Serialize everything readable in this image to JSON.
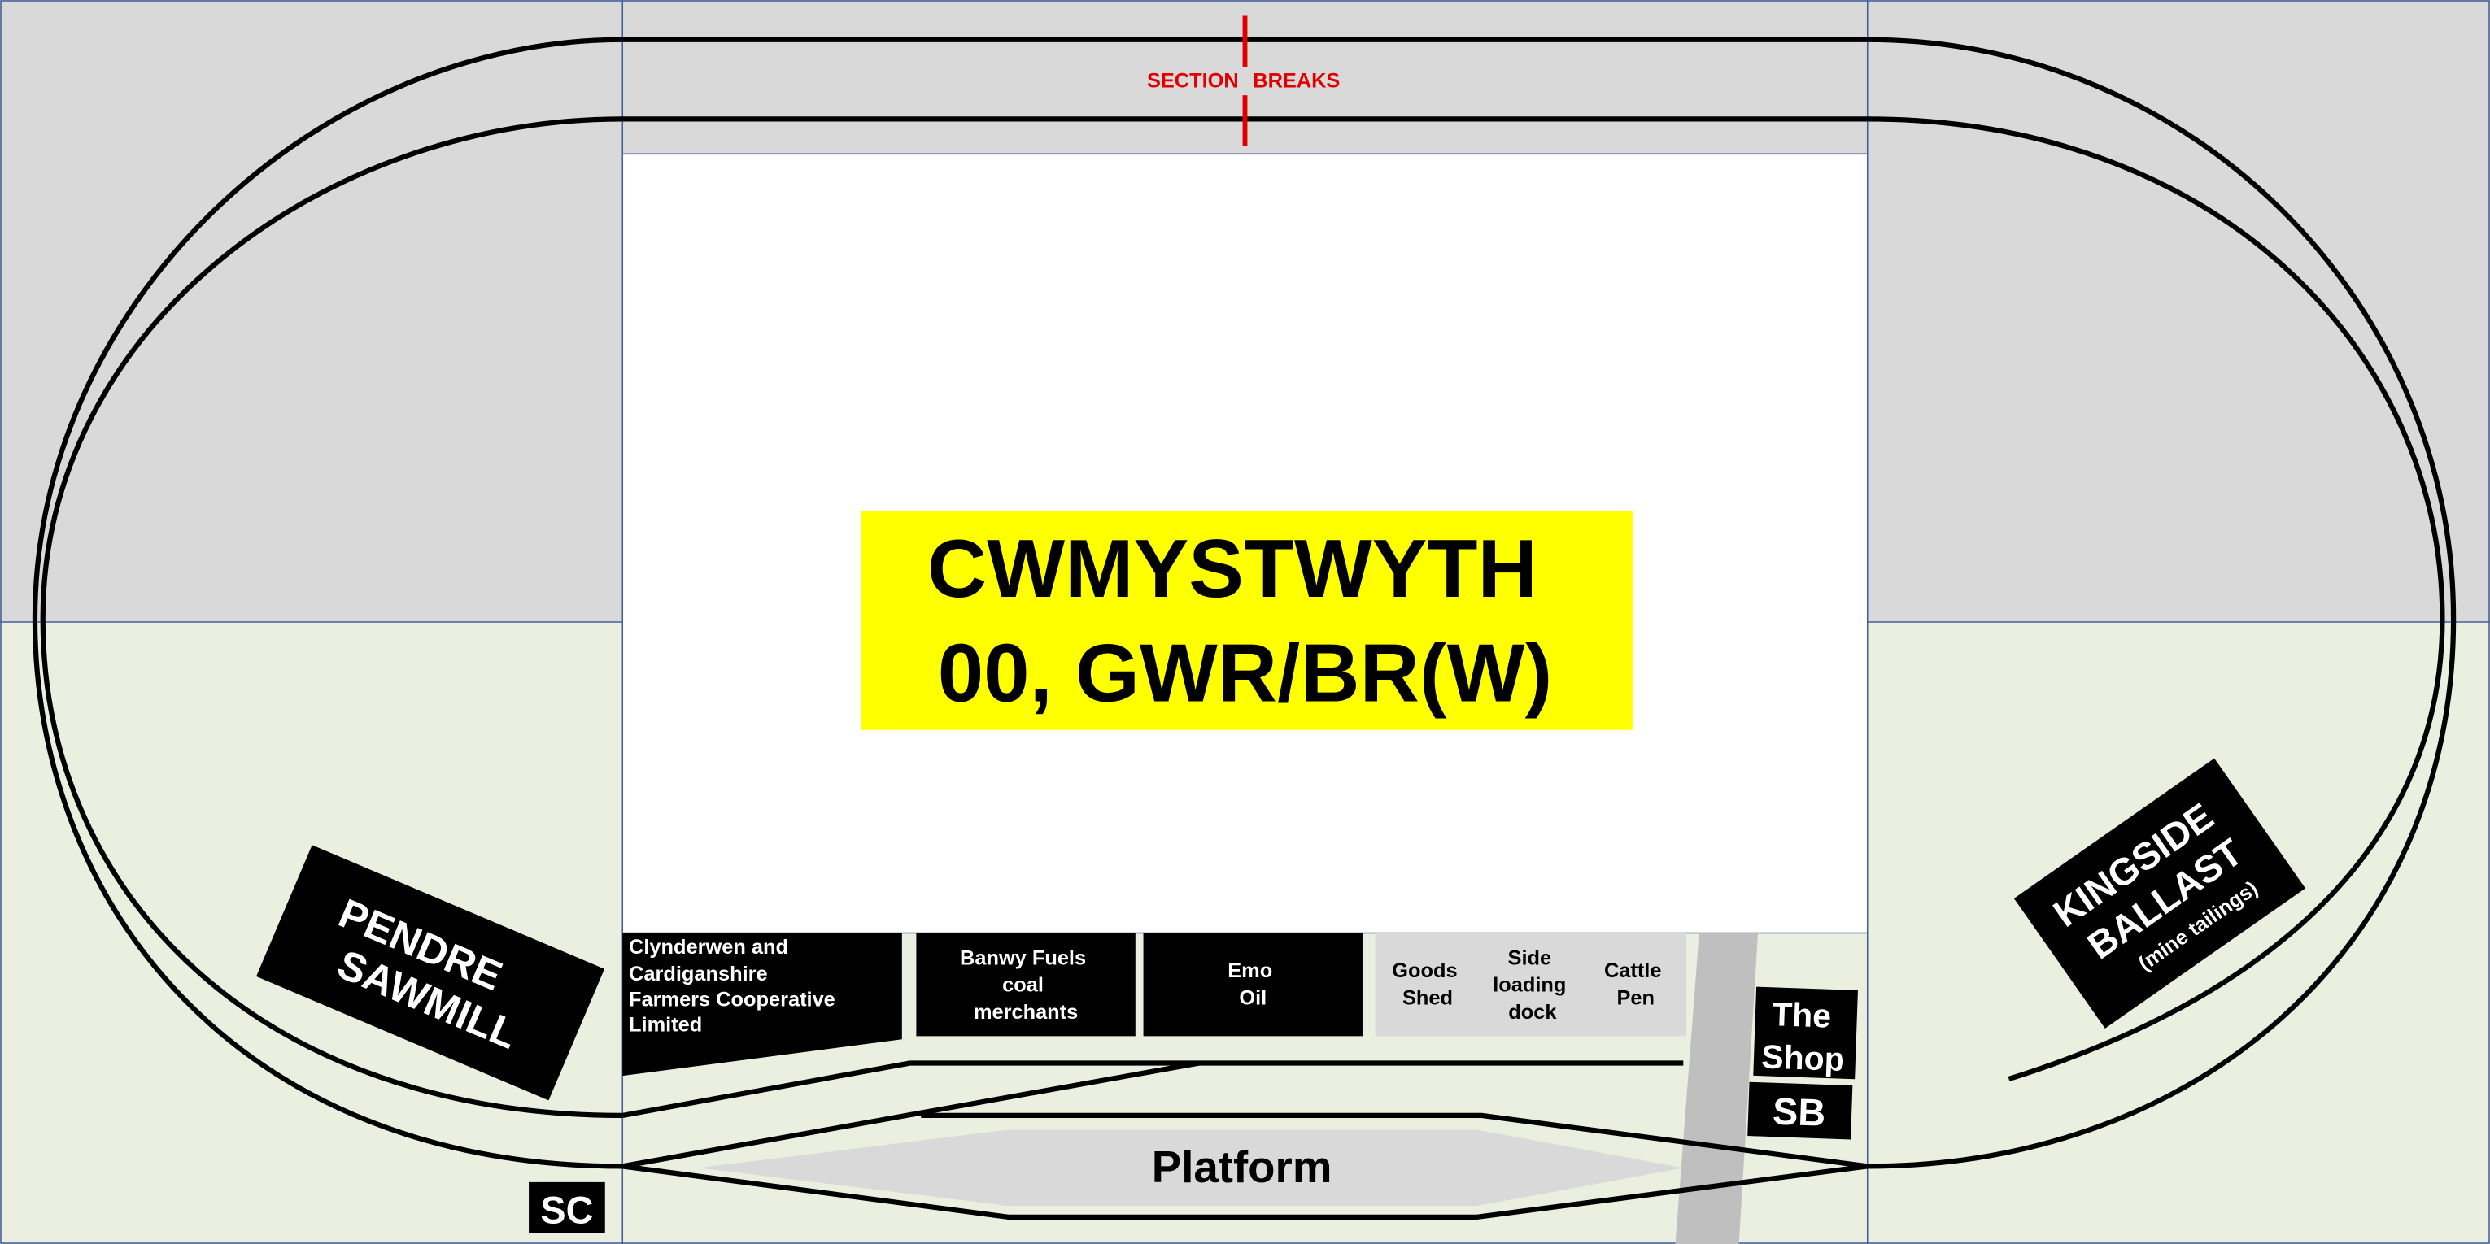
{
  "title": {
    "line1": "CWMYSTWYTH",
    "line2": "00, GWR/BR(W)"
  },
  "section_breaks_label": {
    "left": "SECTION",
    "right": "BREAKS"
  },
  "buildings": {
    "coop": [
      "Clynderwen and",
      "Cardiganshire",
      "Farmers Cooperative",
      "Limited"
    ],
    "banwy": [
      "Banwy Fuels",
      "coal",
      "merchants"
    ],
    "emo": [
      "Emo",
      "Oil"
    ],
    "goods_shed": [
      "Goods",
      "Shed"
    ],
    "side_dock": [
      "Side",
      "loading",
      "dock"
    ],
    "cattle_pen": [
      "Cattle",
      "Pen"
    ],
    "shop": [
      "The",
      "Shop"
    ],
    "sb": "SB",
    "sc": "SC",
    "platform": "Platform",
    "sawmill": [
      "PENDRE",
      "SAWMILL"
    ],
    "kingside": [
      "KINGSIDE",
      "BALLAST",
      "(mine tailings)"
    ]
  },
  "colors": {
    "title_bg": "#ffff00",
    "section_break": "#e00000",
    "top_bg": "#d9d9d9",
    "bottom_bg": "#ebefdf"
  }
}
